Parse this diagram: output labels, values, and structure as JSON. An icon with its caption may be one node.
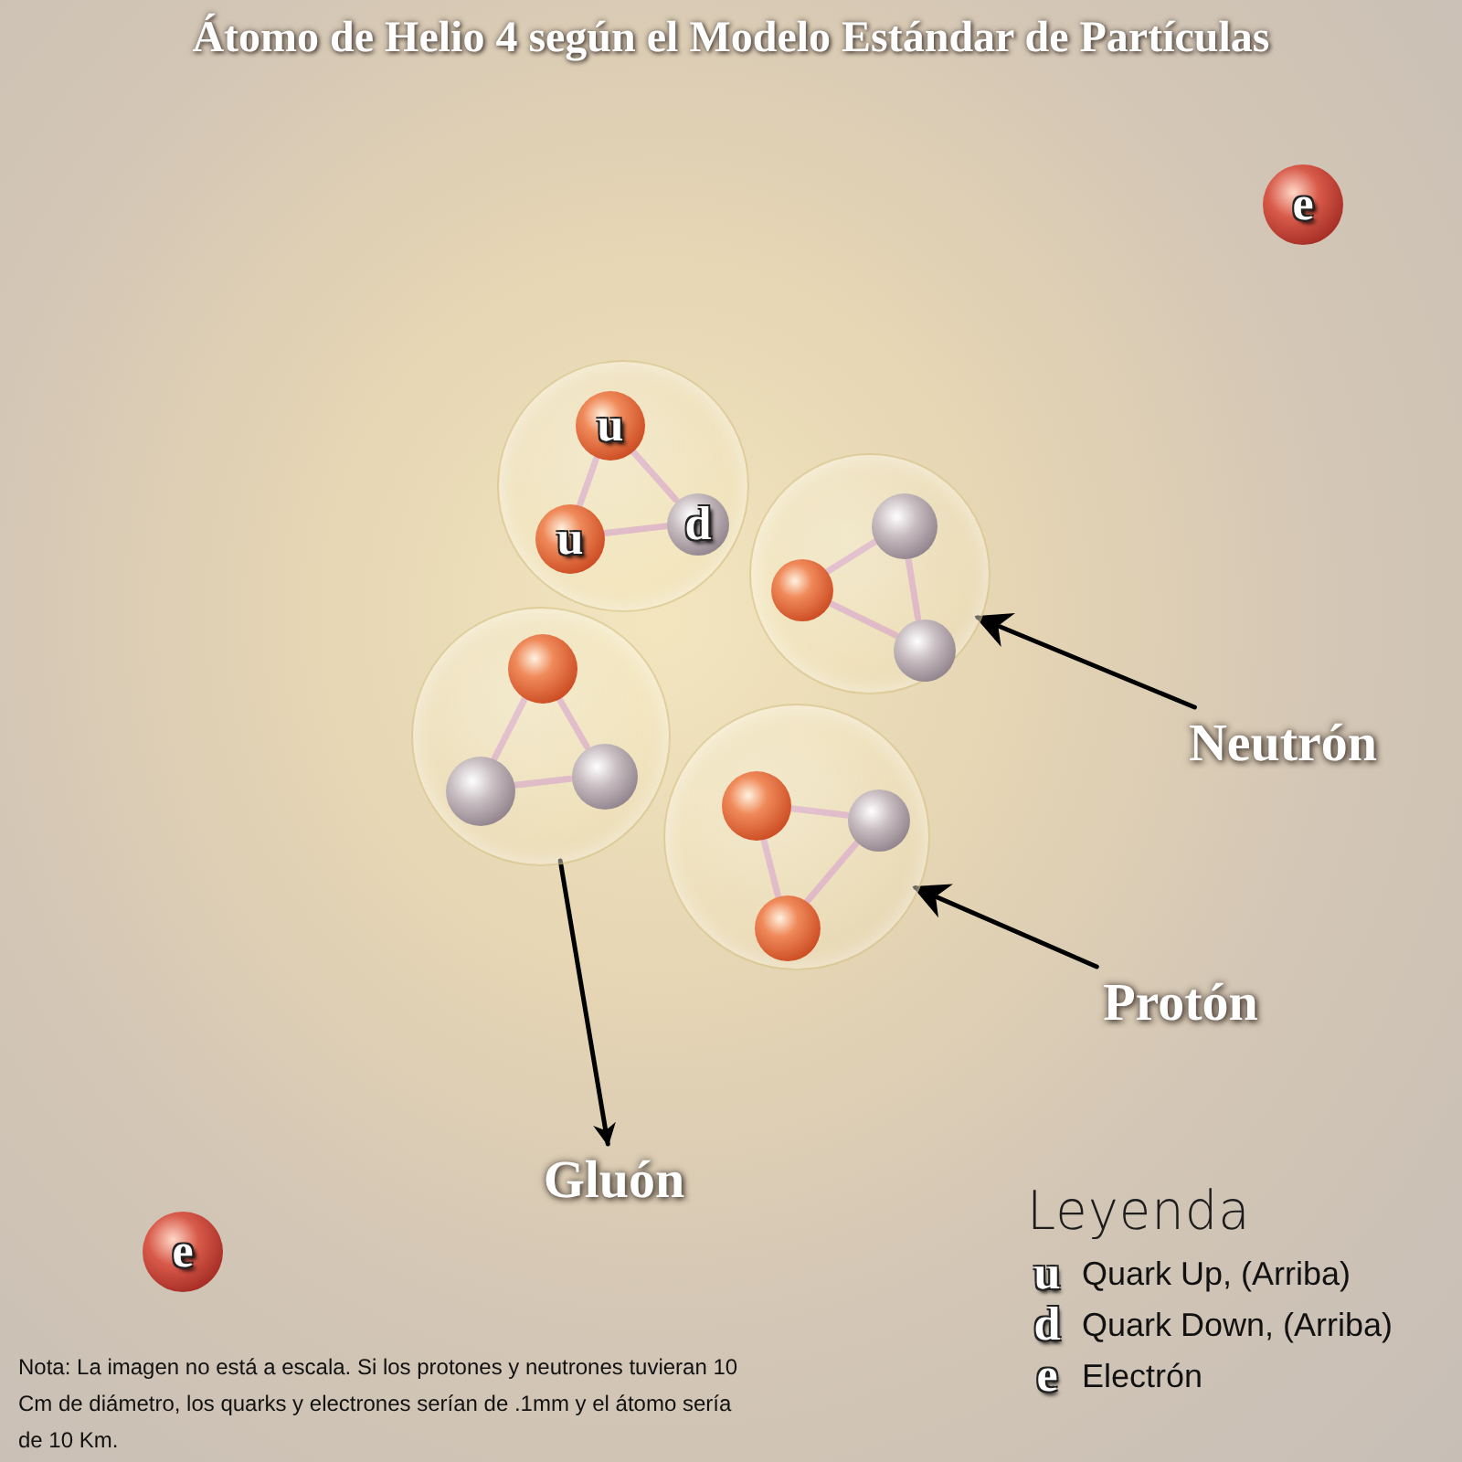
{
  "diagram": {
    "title": "Átomo de Helio 4 según el Modelo Estándar de Partículas",
    "nodes": [
      {
        "text": [],
        "shape": "circle"
      },
      {
        "text": [
          "u"
        ],
        "in": 0
      },
      {
        "text": [
          "u"
        ],
        "in": 0
      },
      {
        "text": [
          "d"
        ],
        "in": 0
      },
      {
        "text": [],
        "shape": "circle"
      },
      {
        "text": [],
        "shape": "circle",
        "in": 4
      },
      {
        "text": [],
        "shape": "circle",
        "in": 4
      },
      {
        "text": [],
        "shape": "circle",
        "in": 4
      },
      {
        "text": [],
        "shape": "circle"
      },
      {
        "text": [],
        "shape": "circle",
        "in": 8
      },
      {
        "text": [],
        "shape": "circle",
        "in": 8
      },
      {
        "text": [],
        "shape": "circle",
        "in": 8
      },
      {
        "text": [],
        "shape": "circle"
      },
      {
        "text": [],
        "shape": "circle",
        "in": 12
      },
      {
        "text": [],
        "shape": "circle",
        "in": 12
      },
      {
        "text": [],
        "shape": "circle",
        "in": 12
      },
      {
        "text": [
          "e"
        ]
      },
      {
        "text": [
          "e"
        ]
      },
      {
        "text": [
          "Neutrón"
        ]
      },
      {
        "text": [
          "Protón"
        ]
      },
      {
        "text": [
          "Gluón"
        ]
      }
    ],
    "edges": [
      {
        "from": 1,
        "to": 2,
        "arrow": "none"
      },
      {
        "from": 1,
        "to": 3,
        "arrow": "none"
      },
      {
        "from": 2,
        "to": 3,
        "arrow": "none"
      },
      {
        "from": 5,
        "to": 6,
        "arrow": "none"
      },
      {
        "from": 5,
        "to": 7,
        "arrow": "none"
      },
      {
        "from": 6,
        "to": 7,
        "arrow": "none"
      },
      {
        "from": 9,
        "to": 10,
        "arrow": "none"
      },
      {
        "from": 9,
        "to": 11,
        "arrow": "none"
      },
      {
        "from": 10,
        "to": 11,
        "arrow": "none"
      },
      {
        "from": 13,
        "to": 14,
        "arrow": "none"
      },
      {
        "from": 13,
        "to": 15,
        "arrow": "none"
      },
      {
        "from": 14,
        "to": 15,
        "arrow": "none"
      },
      {
        "from": 8,
        "to": 20,
        "arrow": "to",
        "color": "#000000"
      },
      {
        "from": 18,
        "to": 4,
        "arrow": "to",
        "color": "#000000"
      },
      {
        "from": 19,
        "to": 12,
        "arrow": "to",
        "color": "#000000"
      }
    ],
    "labels": [
      "Leyenda",
      "u",
      "d",
      "e",
      "Nota: La imagen no está a escala. Si los protones y neutrones tuvieran 10 Cm de diámetro, los quarks y electrones serían de .1mm y el átomo sería de 10 Km."
    ],
    "legend": [
      {
        "text": "Quark Up, (Arriba)"
      },
      {
        "text": "Quark Down, (Arriba)"
      },
      {
        "text": "Electrón"
      }
    ]
  }
}
